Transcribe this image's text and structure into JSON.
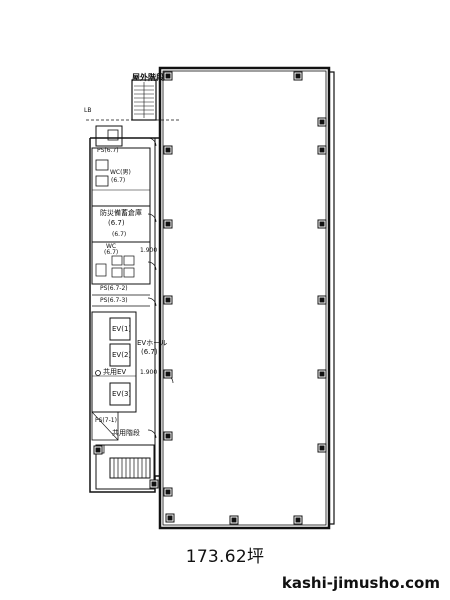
{
  "plan": {
    "labels": {
      "outdoor_stairs": "屋外階段",
      "lb": "LB",
      "ps_upper": "PS(6.7)",
      "wc_m": "WC(男)",
      "wc_m_sub": "(6.7)",
      "fire_room": "防災備蓄倉庫",
      "fire_room_sub": "(6.7)",
      "small_sub": "(6.7)",
      "wc_f": "WC",
      "wc_f_sub": "(6.7)",
      "ps_lower1": "PS(6.7-2)",
      "ps_lower2": "PS(6.7-3)",
      "ev1": "EV(1)",
      "ev2": "EV(2)",
      "ev3": "EV(3)",
      "shared_ev": "共用EV",
      "ev_hall": "EVホール",
      "ev_hall_sub": "(6.7)",
      "small_right_1": "1.900",
      "small_right_2": "1.900",
      "ps_bottom": "PS(7-1)",
      "common_stairs": "共用階段"
    }
  },
  "footer": {
    "area": "173.62坪",
    "site": "kashi-jimusho.com"
  }
}
